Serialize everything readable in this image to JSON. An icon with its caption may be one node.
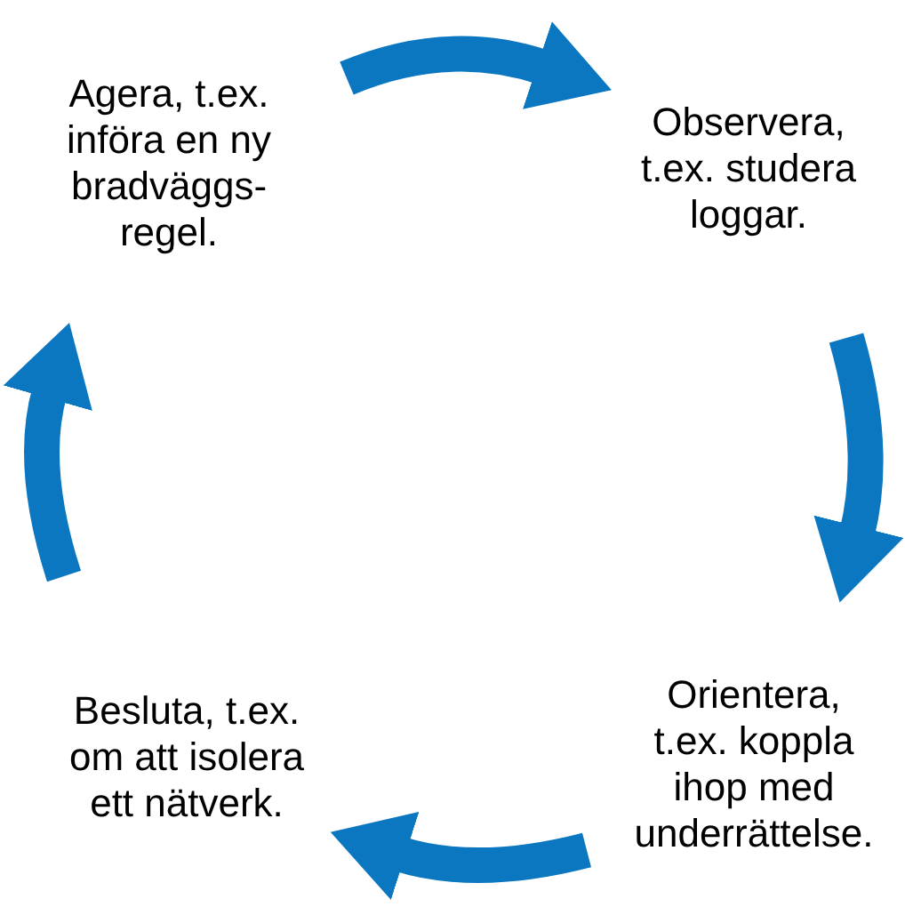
{
  "diagram": {
    "nodes": [
      {
        "text": [
          "Agera, t.ex. införa en ny bradväggs- regel."
        ]
      },
      {
        "text": [
          "Observera, t.ex. studera loggar."
        ]
      },
      {
        "text": [
          "Besluta, t.ex. om att isolera ett nätverk."
        ]
      },
      {
        "text": [
          "Orientera, t.ex. koppla ihop med underrättelse."
        ]
      }
    ],
    "edges": [
      {
        "from": 0,
        "to": 1,
        "arrow": "to"
      },
      {
        "from": 1,
        "to": 3,
        "arrow": "to"
      },
      {
        "from": 3,
        "to": 2,
        "arrow": "to"
      },
      {
        "from": 2,
        "to": 0,
        "arrow": "to"
      }
    ]
  }
}
